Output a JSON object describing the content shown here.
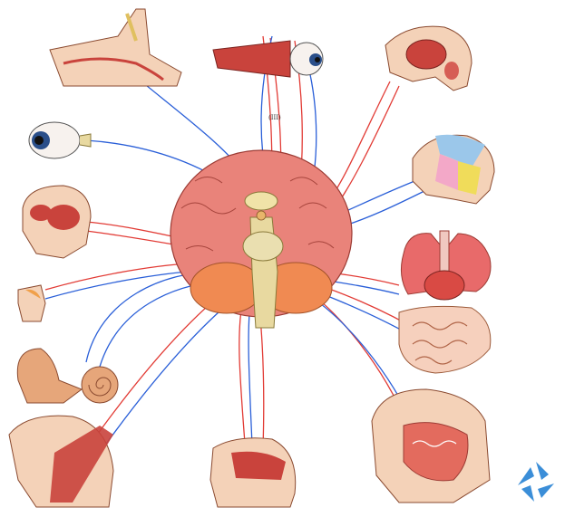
{
  "diagram": {
    "nerve_labels": [
      "(III)"
    ],
    "colors": {
      "motor": "#e23b35",
      "sensory": "#2a5fd8",
      "brain": "#e9837a",
      "brainstem": "#e8d9a0",
      "cerebellum": "#f08a52",
      "skin": "#f4d2b8",
      "muscle": "#c9433c",
      "logo": "#3b8ed8"
    },
    "panels": [
      {
        "name": "nasal-cavity",
        "icon": "nose-icon"
      },
      {
        "name": "eye-muscles",
        "icon": "eye-muscle-icon"
      },
      {
        "name": "head-muscles",
        "icon": "head-muscle-icon"
      },
      {
        "name": "eye",
        "icon": "eye-icon"
      },
      {
        "name": "face-sensory",
        "icon": "face-sensory-icon"
      },
      {
        "name": "facial-muscles",
        "icon": "facial-muscle-icon"
      },
      {
        "name": "lungs-heart",
        "icon": "lungs-icon"
      },
      {
        "name": "tongue",
        "icon": "tongue-icon"
      },
      {
        "name": "digestive-tract",
        "icon": "intestine-icon"
      },
      {
        "name": "inner-ear",
        "icon": "cochlea-icon"
      },
      {
        "name": "neck-muscles",
        "icon": "neck-muscle-icon"
      },
      {
        "name": "larynx",
        "icon": "larynx-icon"
      },
      {
        "name": "mouth-pharynx",
        "icon": "pharynx-icon"
      }
    ]
  }
}
